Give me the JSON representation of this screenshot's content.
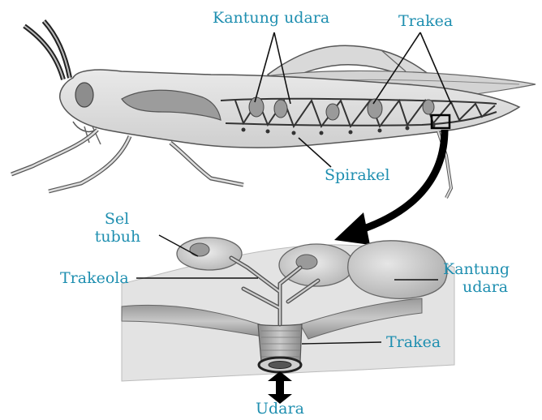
{
  "labels": {
    "kantung_udara_top": "Kantung udara",
    "trakea_top": "Trakea",
    "spirakel": "Spirakel",
    "sel_tubuh_1": "Sel",
    "sel_tubuh_2": "tubuh",
    "trakeola": "Trakeola",
    "kantung_udara_bottom_1": "Kantung",
    "kantung_udara_bottom_2": "udara",
    "trakea_bottom": "Trakea",
    "udara": "Udara"
  },
  "colors": {
    "label_text": "#1f8fb0",
    "line": "#111111",
    "body_fill": "#dedede",
    "shade": "#a8a8a8"
  }
}
